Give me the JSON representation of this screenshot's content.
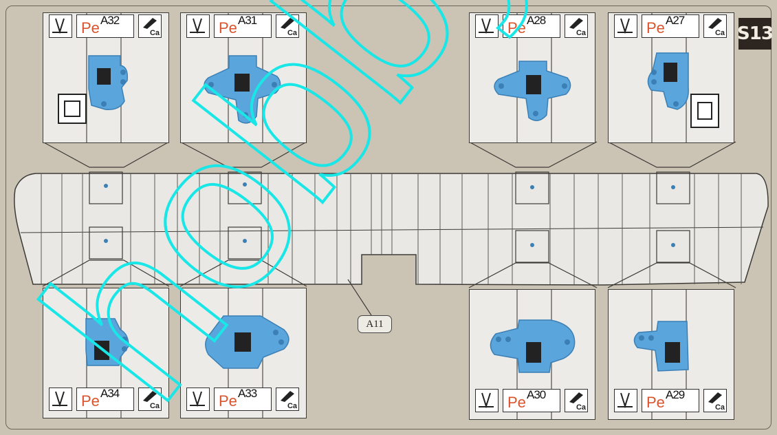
{
  "step_label": "S13",
  "callout_label": "A11",
  "legend": {
    "material": "Pe",
    "glue": "Ca"
  },
  "panels": {
    "top": [
      {
        "part": "A32",
        "material": "Pe",
        "glue": "Ca"
      },
      {
        "part": "A31",
        "material": "Pe",
        "glue": "Ca"
      },
      {
        "part": "A28",
        "material": "Pe",
        "glue": "Ca"
      },
      {
        "part": "A27",
        "material": "Pe",
        "glue": "Ca"
      }
    ],
    "bottom": [
      {
        "part": "A34",
        "material": "Pe",
        "glue": "Ca"
      },
      {
        "part": "A33",
        "material": "Pe",
        "glue": "Ca"
      },
      {
        "part": "A30",
        "material": "Pe",
        "glue": "Ca"
      },
      {
        "part": "A29",
        "material": "Pe",
        "glue": "Ca"
      }
    ]
  },
  "watermark_text": "hobby",
  "colors": {
    "background": "#cbc4b4",
    "part_blue": "#5aa6dc",
    "pe_orange": "#d9542d",
    "watermark": "#19e6e6"
  }
}
